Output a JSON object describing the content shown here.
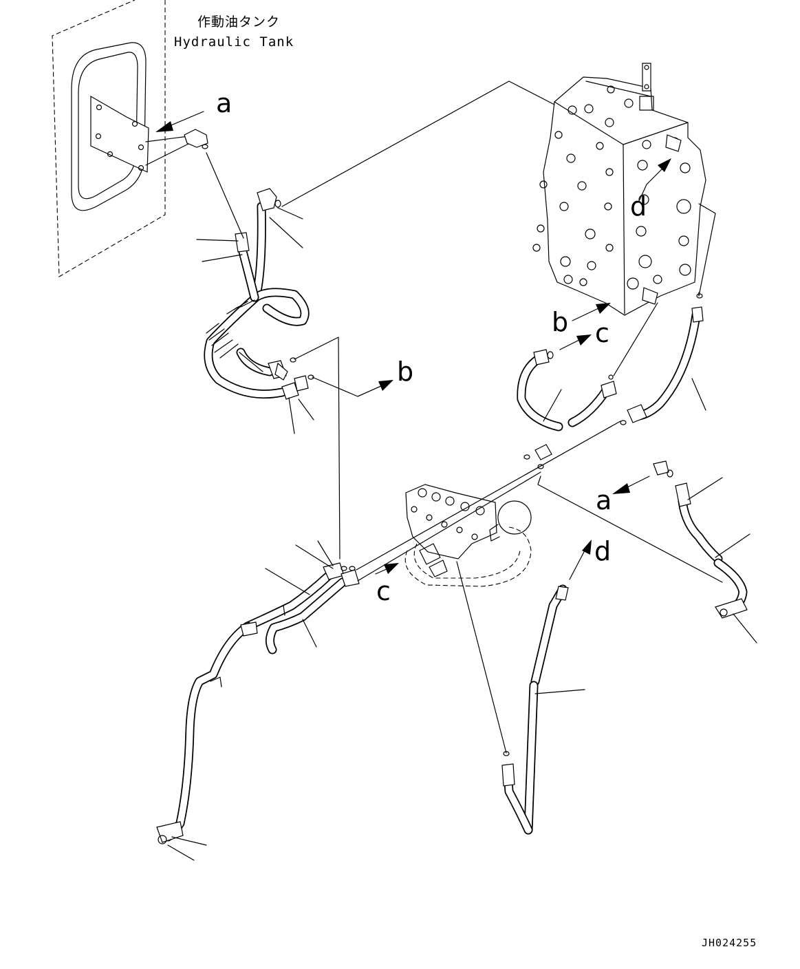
{
  "tank": {
    "title_jp": "作動油タンク",
    "title_en": "Hydraulic Tank"
  },
  "labels": {
    "a": "a",
    "b": "b",
    "c": "c",
    "d": "d"
  },
  "drawing_code": "JH024255"
}
